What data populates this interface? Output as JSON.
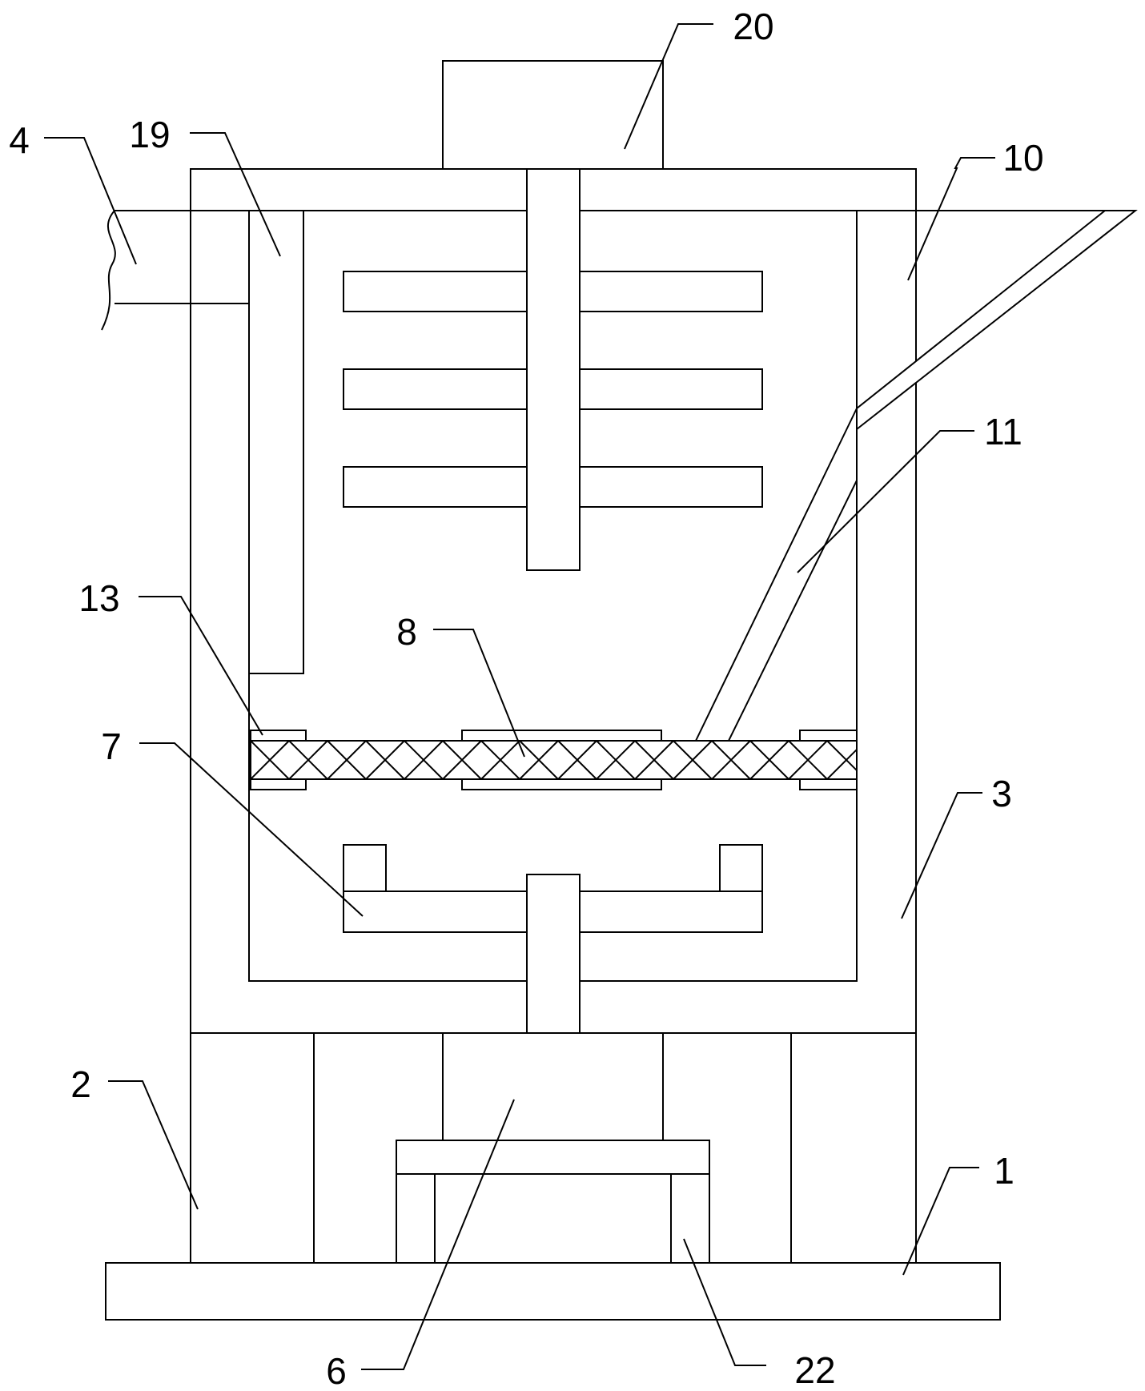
{
  "labels": {
    "l1": "1",
    "l2": "2",
    "l3": "3",
    "l4": "4",
    "l6": "6",
    "l7": "7",
    "l8": "8",
    "l10": "10",
    "l11": "11",
    "l13": "13",
    "l19": "19",
    "l20": "20",
    "l22": "22"
  },
  "colors": {
    "stroke": "#000000",
    "background": "#ffffff"
  }
}
